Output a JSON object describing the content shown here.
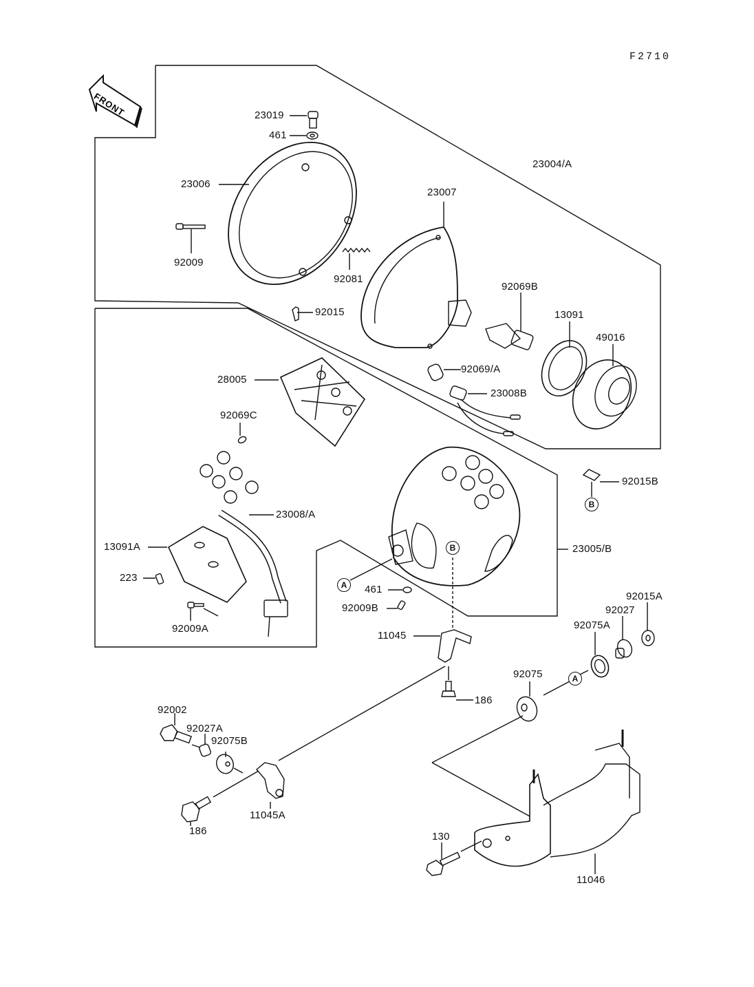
{
  "figure_code": "F2710",
  "front_arrow_label": "FRONT",
  "labels": {
    "p23019": "23019",
    "p461_top": "461",
    "p23006": "23006",
    "p92009": "92009",
    "p92081": "92081",
    "p92015": "92015",
    "p23007": "23007",
    "p23004A": "23004/A",
    "p92069B": "92069B",
    "p13091": "13091",
    "p49016": "49016",
    "p92069A": "92069/A",
    "p23008B": "23008B",
    "p28005": "28005",
    "p92069C": "92069C",
    "p23008A": "23008/A",
    "p13091A": "13091A",
    "p223": "223",
    "p92009A": "92009A",
    "p92015B": "92015B",
    "p23005B": "23005/B",
    "p461_bottom": "461",
    "p92009B": "92009B",
    "p11045": "11045",
    "p92015A": "92015A",
    "p92027": "92027",
    "p92075A": "92075A",
    "p92075": "92075",
    "p186_right": "186",
    "p92002": "92002",
    "p92027A": "92027A",
    "p92075B": "92075B",
    "p11045A": "11045A",
    "p186_left": "186",
    "p130": "130",
    "p11046": "11046"
  },
  "reference_markers": {
    "A": "A",
    "B": "B"
  }
}
